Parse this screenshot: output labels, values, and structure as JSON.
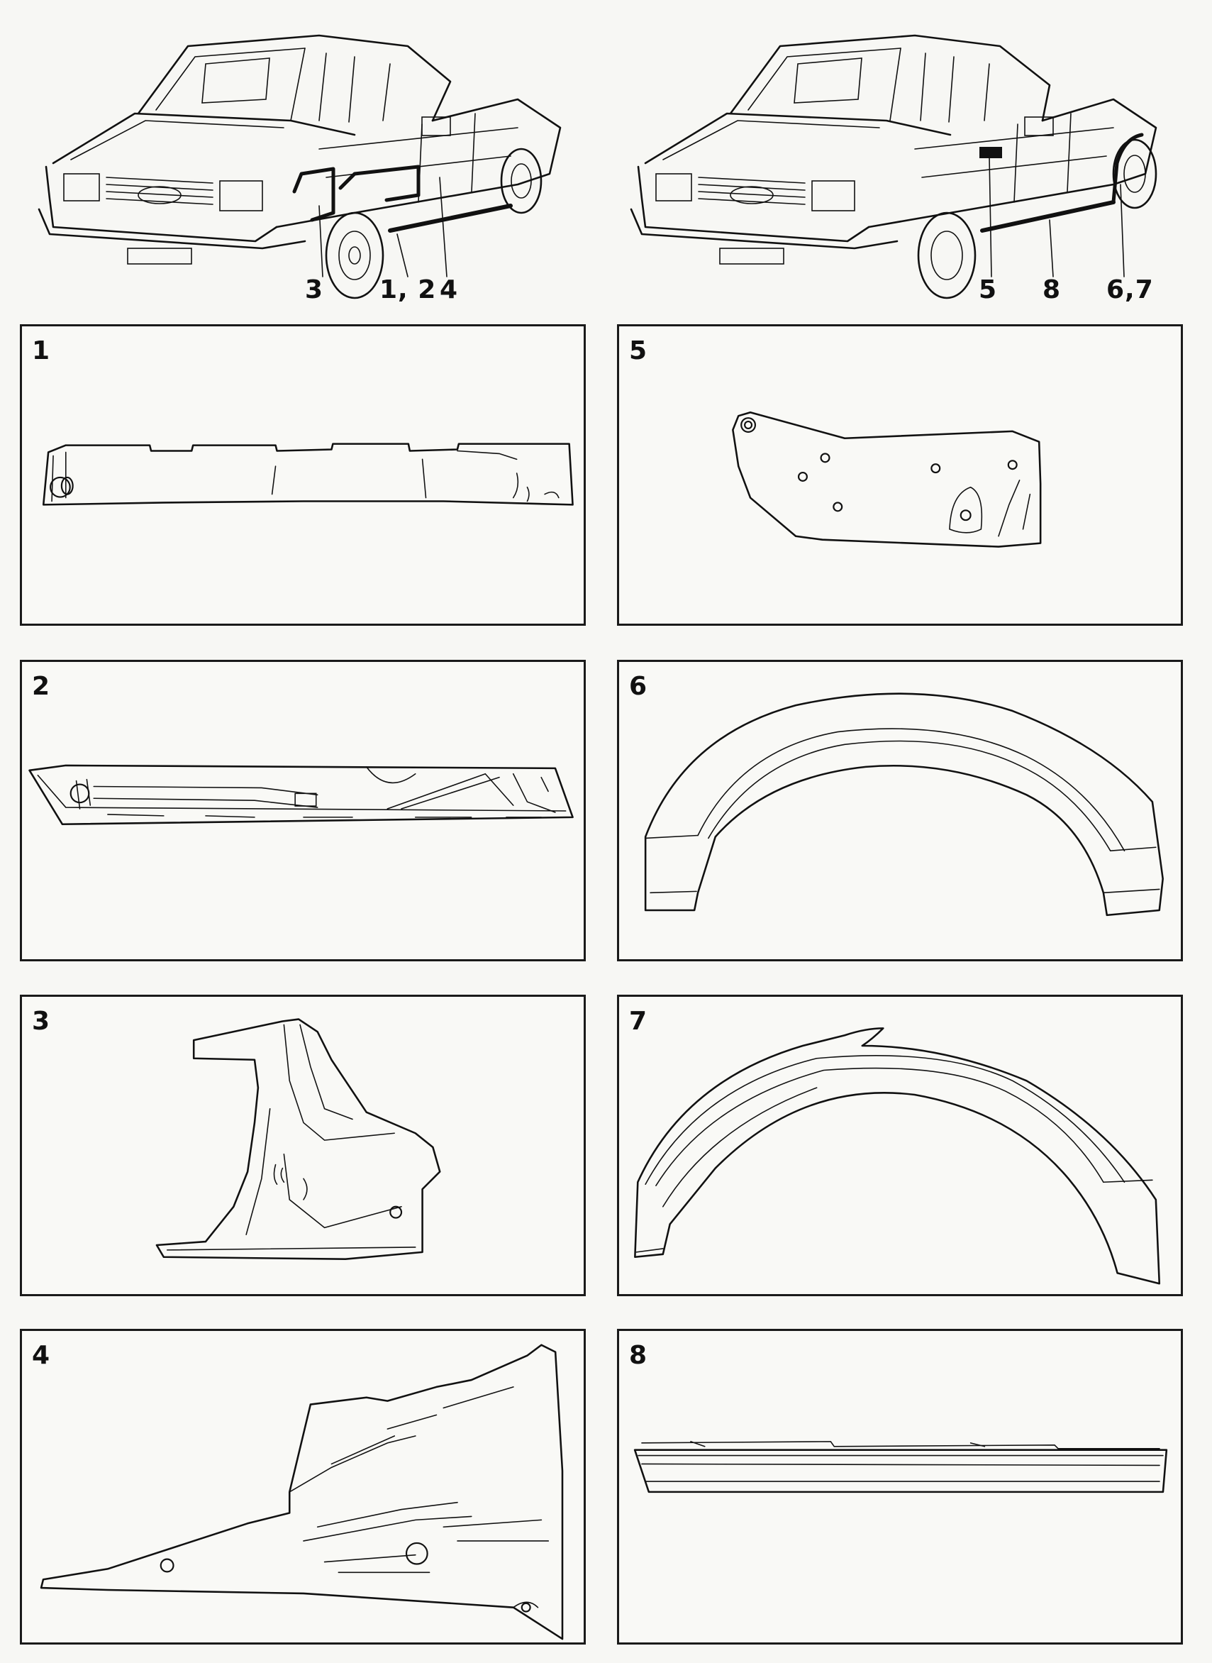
{
  "car_views": [
    {
      "id": "left",
      "callouts": [
        "3",
        "1, 2",
        "4"
      ]
    },
    {
      "id": "right",
      "callouts": [
        "5",
        "8",
        "6,7"
      ]
    }
  ],
  "panels": [
    {
      "number": "1"
    },
    {
      "number": "2"
    },
    {
      "number": "3"
    },
    {
      "number": "4"
    },
    {
      "number": "5"
    },
    {
      "number": "6"
    },
    {
      "number": "7"
    },
    {
      "number": "8"
    }
  ]
}
